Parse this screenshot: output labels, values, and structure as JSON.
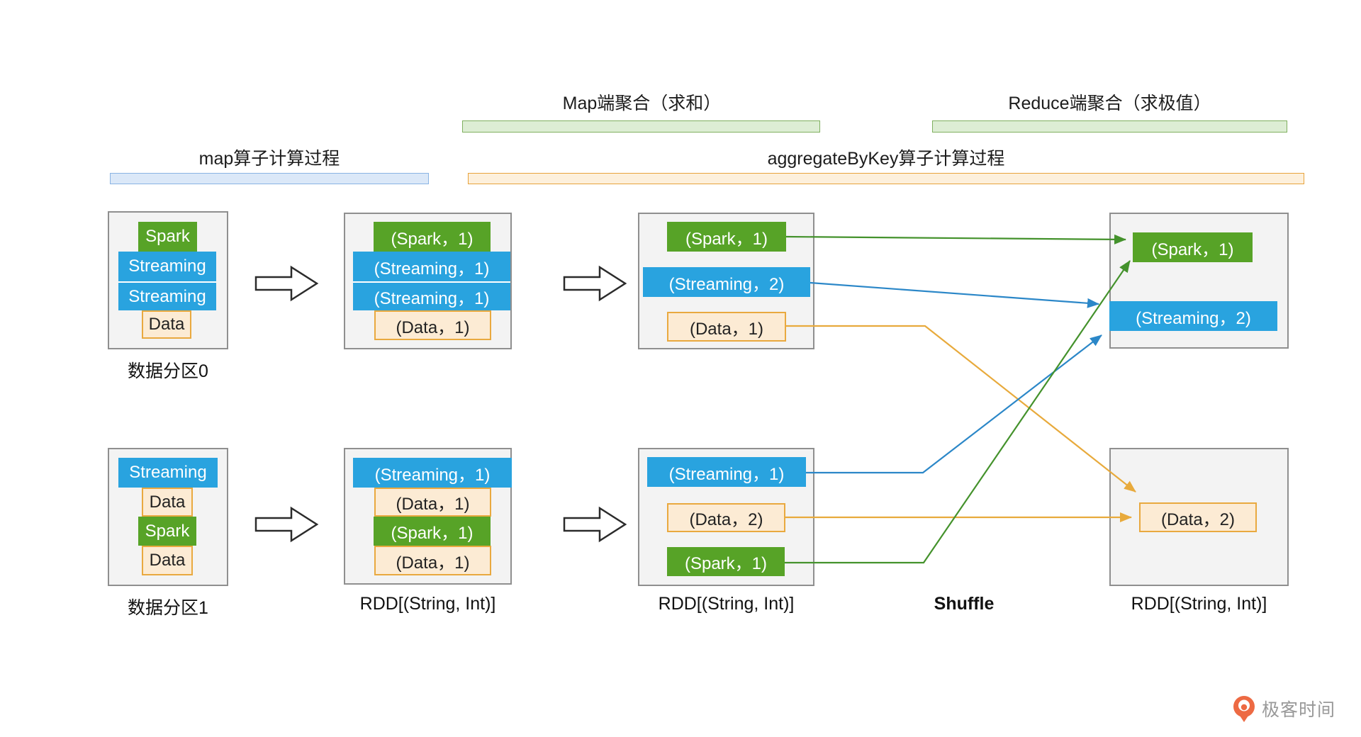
{
  "sections": {
    "map_side_agg": {
      "label": "Map端聚合（求和）"
    },
    "reduce_side_agg": {
      "label": "Reduce端聚合（求极值）"
    },
    "map_operator": {
      "label": "map算子计算过程"
    },
    "aggregate_by_key_operator": {
      "label": "aggregateByKey算子计算过程"
    }
  },
  "colors": {
    "spark_green": "#57a327",
    "streaming_blue": "#29a3df",
    "data_fill": "#fcebd4",
    "data_border": "#e9a93f",
    "green_line": "#44922c",
    "blue_line": "#2b87c8",
    "orange_line": "#e8aa3c",
    "section_green_fill": "#ddedd4",
    "section_blue_fill": "#dbe8f8",
    "section_orange_fill": "#fdf0dc",
    "box_fill": "#f3f3f3",
    "brand_orange": "#ed6a43"
  },
  "boxes": {
    "partition0": {
      "label": "数据分区0",
      "chips": [
        "Spark",
        "Streaming",
        "Streaming",
        "Data"
      ]
    },
    "map_result0": {
      "chips": [
        "(Spark，1)",
        "(Streaming，1)",
        "(Streaming，1)",
        "(Data，1)"
      ]
    },
    "agg0": {
      "chips": [
        "(Spark，1)",
        "(Streaming，2)",
        "(Data，1)"
      ]
    },
    "reduce0": {
      "chips": [
        "(Spark，1)",
        "(Streaming，2)"
      ]
    },
    "partition1": {
      "label": "数据分区1",
      "chips": [
        "Streaming",
        "Data",
        "Spark",
        "Data"
      ]
    },
    "map_result1": {
      "chips": [
        "(Streaming，1)",
        "(Data，1)",
        "(Spark，1)",
        "(Data，1)"
      ]
    },
    "agg1": {
      "chips": [
        "(Streaming，1)",
        "(Data，2)",
        "(Spark，1)"
      ]
    },
    "reduce1": {
      "chips": [
        "(Data，2)"
      ]
    }
  },
  "rdd_label": "RDD[(String, Int)]",
  "shuffle_label": "Shuffle",
  "footer": {
    "brand": "极客时间"
  }
}
